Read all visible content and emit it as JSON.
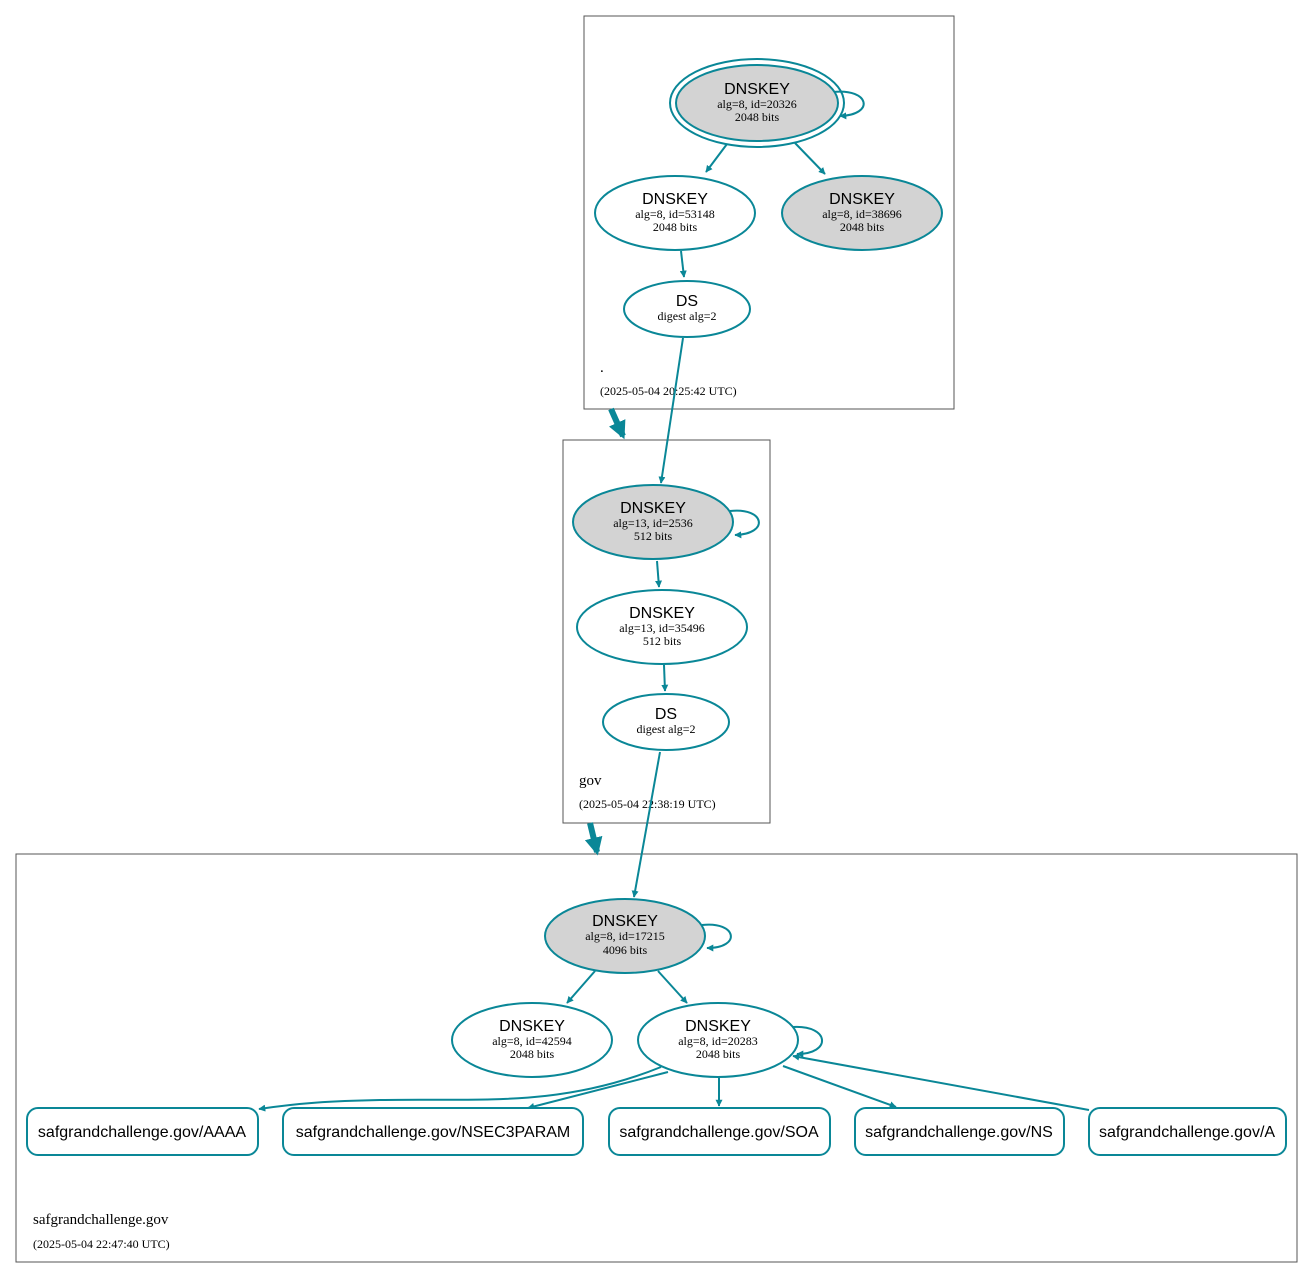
{
  "colors": {
    "accent": "#0a8797",
    "ksk_fill": "#d3d3d3",
    "zone_border": "#555555"
  },
  "zones": {
    "root": {
      "name": ".",
      "timestamp": "(2025-05-04 20:25:42 UTC)"
    },
    "gov": {
      "name": "gov",
      "timestamp": "(2025-05-04 22:38:19 UTC)"
    },
    "safgrand": {
      "name": "safgrandchallenge.gov",
      "timestamp": "(2025-05-04 22:47:40 UTC)"
    }
  },
  "nodes": {
    "root_ksk": {
      "type": "DNSKEY",
      "line1": "alg=8, id=20326",
      "line2": "2048 bits"
    },
    "root_zsk1": {
      "type": "DNSKEY",
      "line1": "alg=8, id=53148",
      "line2": "2048 bits"
    },
    "root_zsk2": {
      "type": "DNSKEY",
      "line1": "alg=8, id=38696",
      "line2": "2048 bits"
    },
    "root_ds": {
      "type": "DS",
      "line1": "digest alg=2"
    },
    "gov_ksk": {
      "type": "DNSKEY",
      "line1": "alg=13, id=2536",
      "line2": "512 bits"
    },
    "gov_zsk": {
      "type": "DNSKEY",
      "line1": "alg=13, id=35496",
      "line2": "512 bits"
    },
    "gov_ds": {
      "type": "DS",
      "line1": "digest alg=2"
    },
    "saf_ksk": {
      "type": "DNSKEY",
      "line1": "alg=8, id=17215",
      "line2": "4096 bits"
    },
    "saf_zsk1": {
      "type": "DNSKEY",
      "line1": "alg=8, id=42594",
      "line2": "2048 bits"
    },
    "saf_zsk2": {
      "type": "DNSKEY",
      "line1": "alg=8, id=20283",
      "line2": "2048 bits"
    }
  },
  "rrsets": [
    "safgrandchallenge.gov/AAAA",
    "safgrandchallenge.gov/NSEC3PARAM",
    "safgrandchallenge.gov/SOA",
    "safgrandchallenge.gov/NS",
    "safgrandchallenge.gov/A"
  ]
}
